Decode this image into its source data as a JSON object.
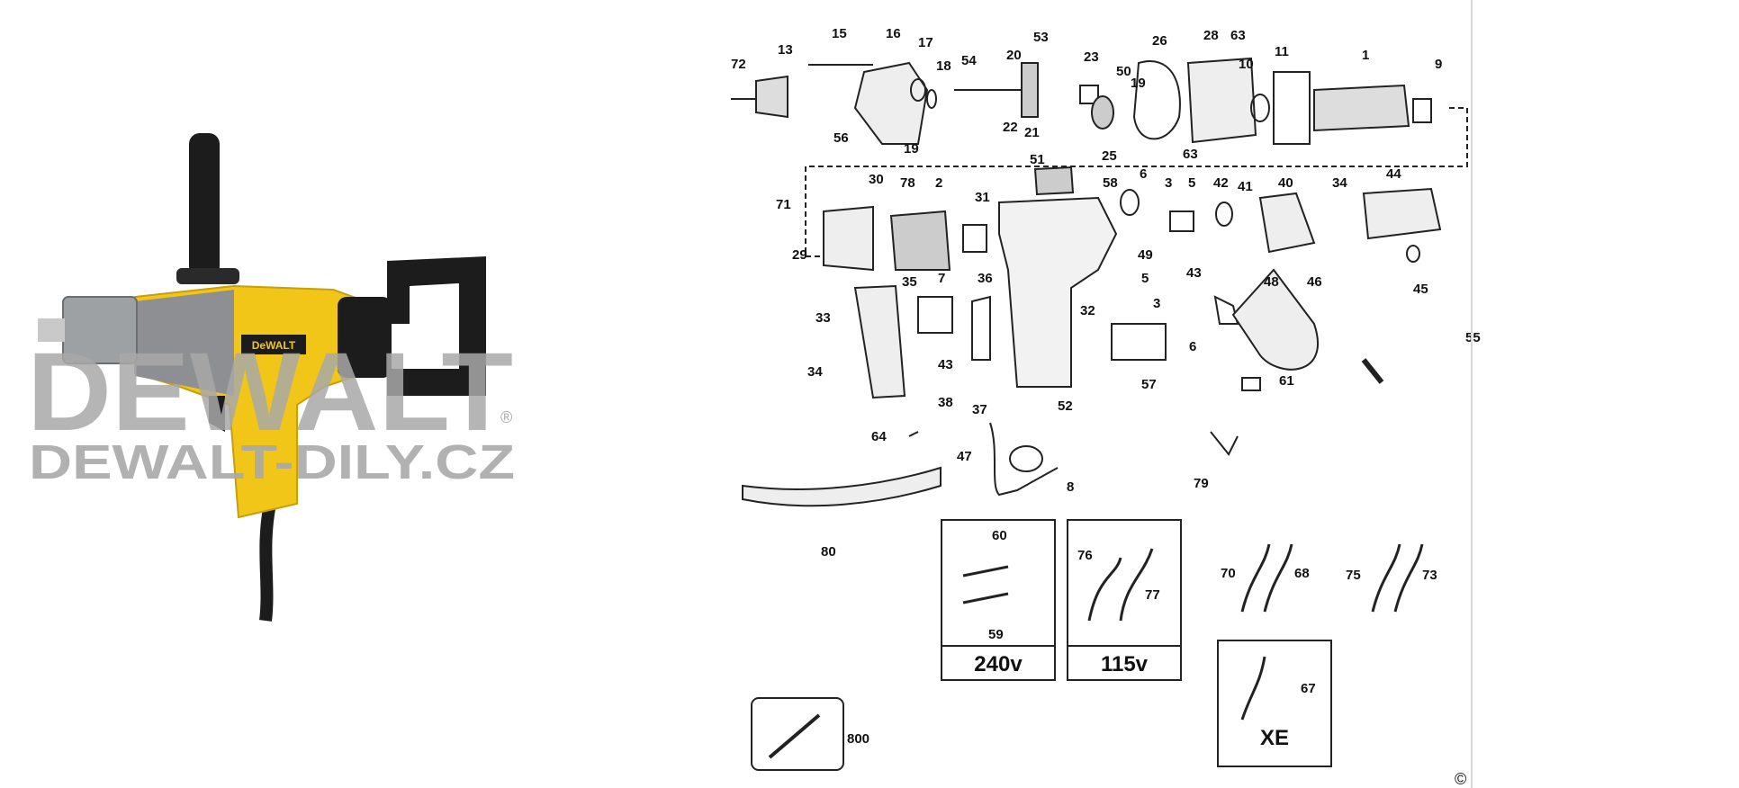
{
  "watermark": {
    "brand": "DEWALT",
    "registered": "®",
    "site": "DEWALT-DILY.CZ",
    "badge": "DeWALT"
  },
  "colors": {
    "watermark_gray": "#a8a8a8",
    "drill_yellow": "#f2c618",
    "drill_black": "#1c1c1c",
    "line": "#222222",
    "divider": "#d8d8d8"
  },
  "diagram": {
    "labels": [
      "72",
      "13",
      "15",
      "16",
      "17",
      "18",
      "54",
      "20",
      "53",
      "23",
      "50",
      "26",
      "28",
      "63",
      "10",
      "11",
      "1",
      "9",
      "56",
      "19",
      "22",
      "21",
      "51",
      "25",
      "63",
      "19",
      "71",
      "30",
      "78",
      "2",
      "31",
      "58",
      "6",
      "3",
      "5",
      "42",
      "41",
      "40",
      "34",
      "44",
      "29",
      "35",
      "36",
      "7",
      "49",
      "43",
      "48",
      "46",
      "5",
      "3",
      "45",
      "33",
      "32",
      "6",
      "55",
      "34",
      "43",
      "38",
      "37",
      "52",
      "57",
      "61",
      "64",
      "47",
      "8",
      "79",
      "80",
      "60",
      "59",
      "76",
      "77",
      "70",
      "68",
      "75",
      "73",
      "67",
      "800"
    ],
    "voltage_boxes": [
      {
        "label": "240v",
        "parts": [
          "60",
          "59"
        ]
      },
      {
        "label": "115v",
        "parts": [
          "76",
          "77"
        ]
      },
      {
        "label": "XE",
        "parts": [
          "67"
        ]
      }
    ],
    "copyright": "©"
  }
}
